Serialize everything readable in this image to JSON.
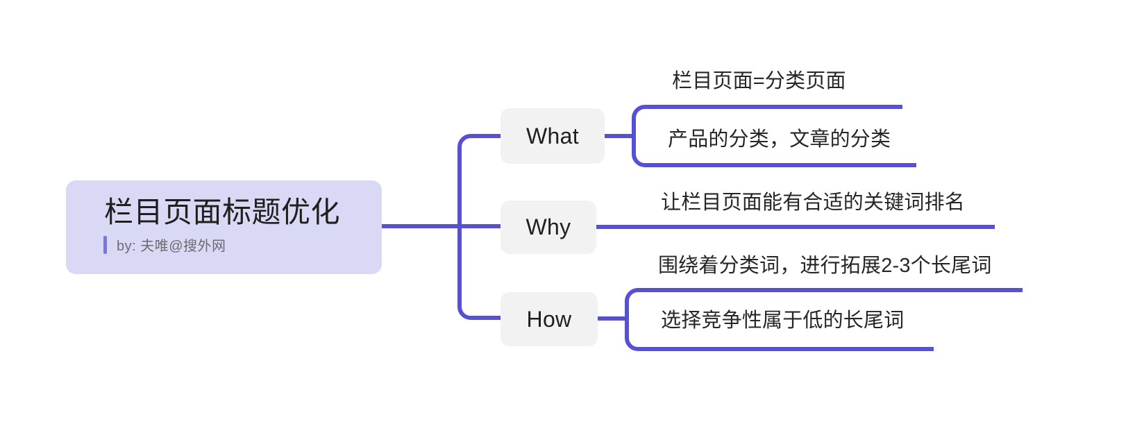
{
  "theme": {
    "canvas_bg": "#ffffff",
    "line_color": "#5650d4",
    "root_bg": "#d9d9f5",
    "branch_bg": "#f2f2f2",
    "text_color": "#1f1f1f",
    "subtitle_color": "#6b6b74"
  },
  "mindmap": {
    "root": {
      "title": "栏目页面标题优化",
      "subtitle": "by: 夫唯@搜外网"
    },
    "branches": [
      {
        "label": "What",
        "leaves": [
          {
            "text": "栏目页面=分类页面"
          },
          {
            "text": "产品的分类，文章的分类"
          }
        ]
      },
      {
        "label": "Why",
        "leaves": [
          {
            "text": "让栏目页面能有合适的关键词排名"
          }
        ]
      },
      {
        "label": "How",
        "leaves": [
          {
            "text": "围绕着分类词，进行拓展2-3个长尾词"
          },
          {
            "text": "选择竞争性属于低的长尾词"
          }
        ]
      }
    ]
  }
}
